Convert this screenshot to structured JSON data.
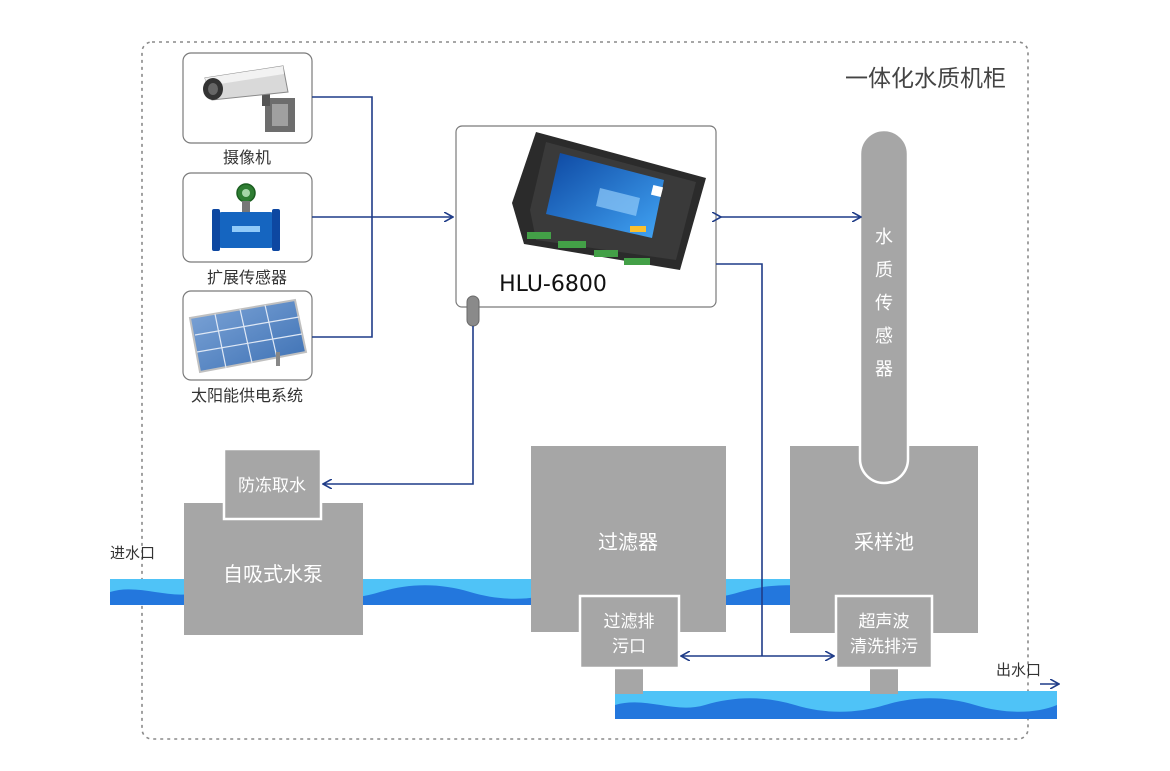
{
  "cabinet": {
    "title": "一体化水质机柜"
  },
  "devices": {
    "camera": {
      "label": "摄像机",
      "icon": "security-camera-icon"
    },
    "sensor": {
      "label": "扩展传感器",
      "icon": "flow-meter-icon"
    },
    "solar": {
      "label": "太阳能供电系统",
      "icon": "solar-panel-icon"
    }
  },
  "controller": {
    "model": "HLU-6800"
  },
  "water_sensor": {
    "label_chars": [
      "水",
      "质",
      "传",
      "感",
      "器"
    ]
  },
  "blocks": {
    "antifreeze": "防冻取水",
    "pump": "自吸式水泵",
    "filter": "过滤器",
    "filter_drain": [
      "过滤排",
      "污口"
    ],
    "sampling_pool": "采样池",
    "ultrasonic": [
      "超声波",
      "清洗排污"
    ]
  },
  "io": {
    "inlet": "进水口",
    "outlet": "出水口"
  },
  "colors": {
    "block_gray": "#a6a6a6",
    "line_blue": "#1f3c88",
    "water_light": "#4fc3f7",
    "water_dark": "#1e6fd9",
    "border_gray": "#8a8a8a"
  }
}
